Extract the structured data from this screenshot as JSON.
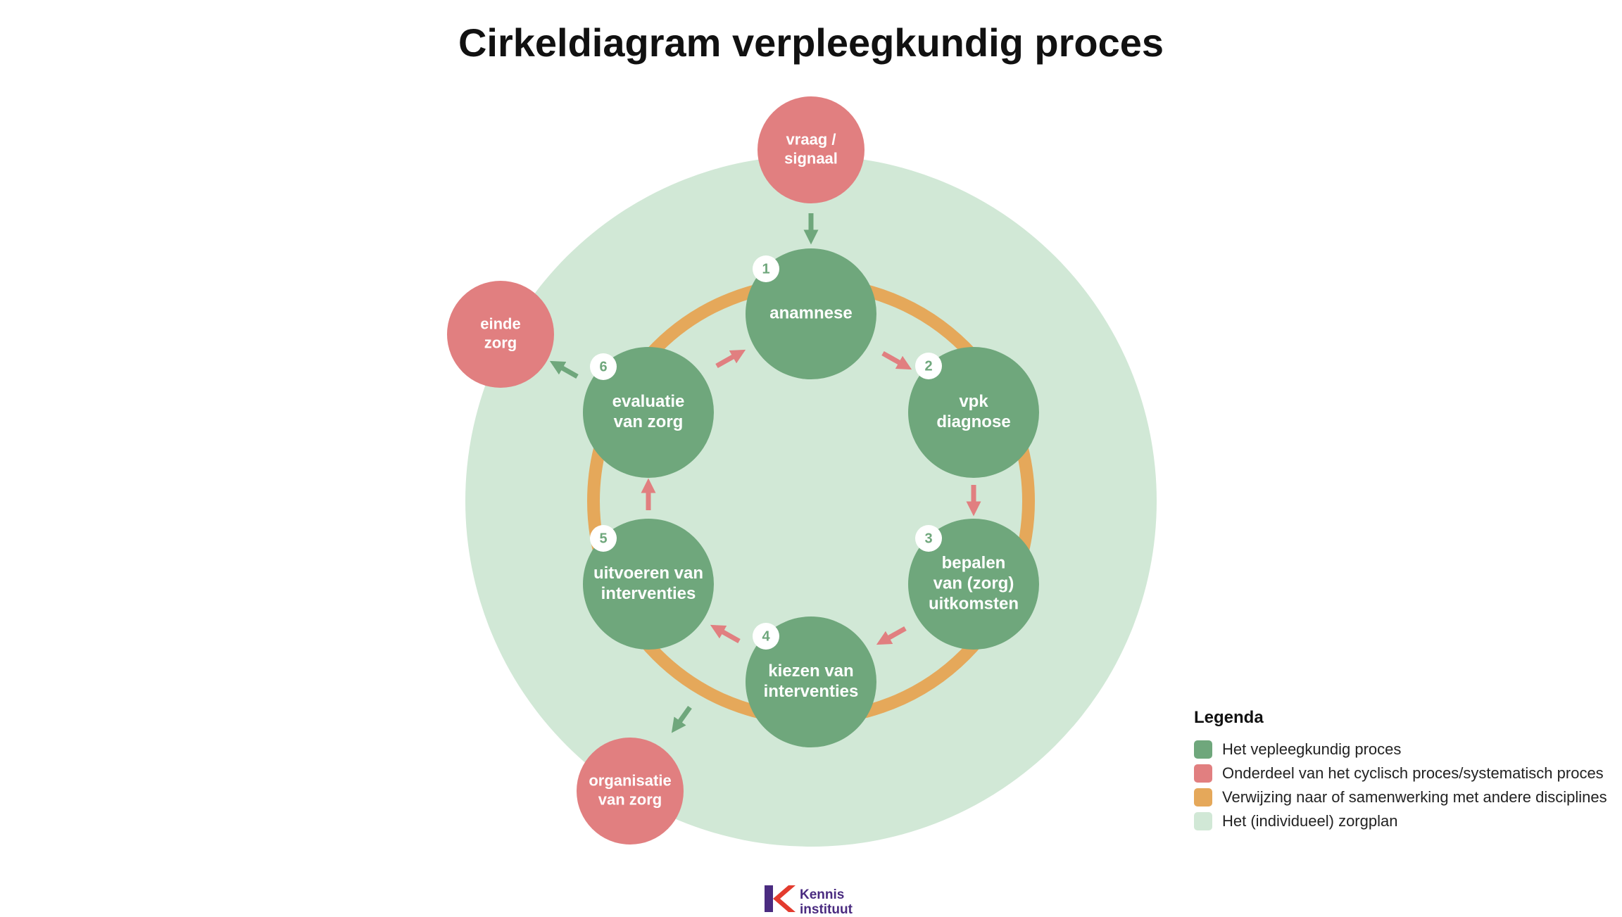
{
  "title": "Cirkeldiagram verpleegkundig proces",
  "colors": {
    "process": "#6fa77c",
    "cyclic": "#e17f80",
    "referral": "#e5a85a",
    "careplan": "#d1e8d6"
  },
  "process_steps": [
    {
      "number": "1",
      "label_lines": [
        "anamnese"
      ]
    },
    {
      "number": "2",
      "label_lines": [
        "vpk",
        "diagnose"
      ]
    },
    {
      "number": "3",
      "label_lines": [
        "bepalen",
        "van (zorg)",
        "uitkomsten"
      ]
    },
    {
      "number": "4",
      "label_lines": [
        "kiezen van",
        "interventies"
      ]
    },
    {
      "number": "5",
      "label_lines": [
        "uitvoeren van",
        "interventies"
      ]
    },
    {
      "number": "6",
      "label_lines": [
        "evaluatie",
        "van zorg"
      ]
    }
  ],
  "outer_nodes": {
    "start": {
      "label_lines": [
        "vraag /",
        "signaal"
      ]
    },
    "end": {
      "label_lines": [
        "einde",
        "zorg"
      ]
    },
    "organisation": {
      "label_lines": [
        "organisatie",
        "van zorg"
      ]
    }
  },
  "legend": {
    "title": "Legenda",
    "items": [
      {
        "label": "Het vepleegkundig proces",
        "color": "#6fa77c"
      },
      {
        "label": "Onderdeel van het cyclisch proces/systematisch proces",
        "color": "#e17f80"
      },
      {
        "label": "Verwijzing naar of samenwerking met andere disciplines",
        "color": "#e5a85a"
      },
      {
        "label": "Het (individueel) zorgplan",
        "color": "#d1e8d6"
      }
    ]
  },
  "logo": {
    "line1": "Kennis",
    "line2": "instituut"
  }
}
